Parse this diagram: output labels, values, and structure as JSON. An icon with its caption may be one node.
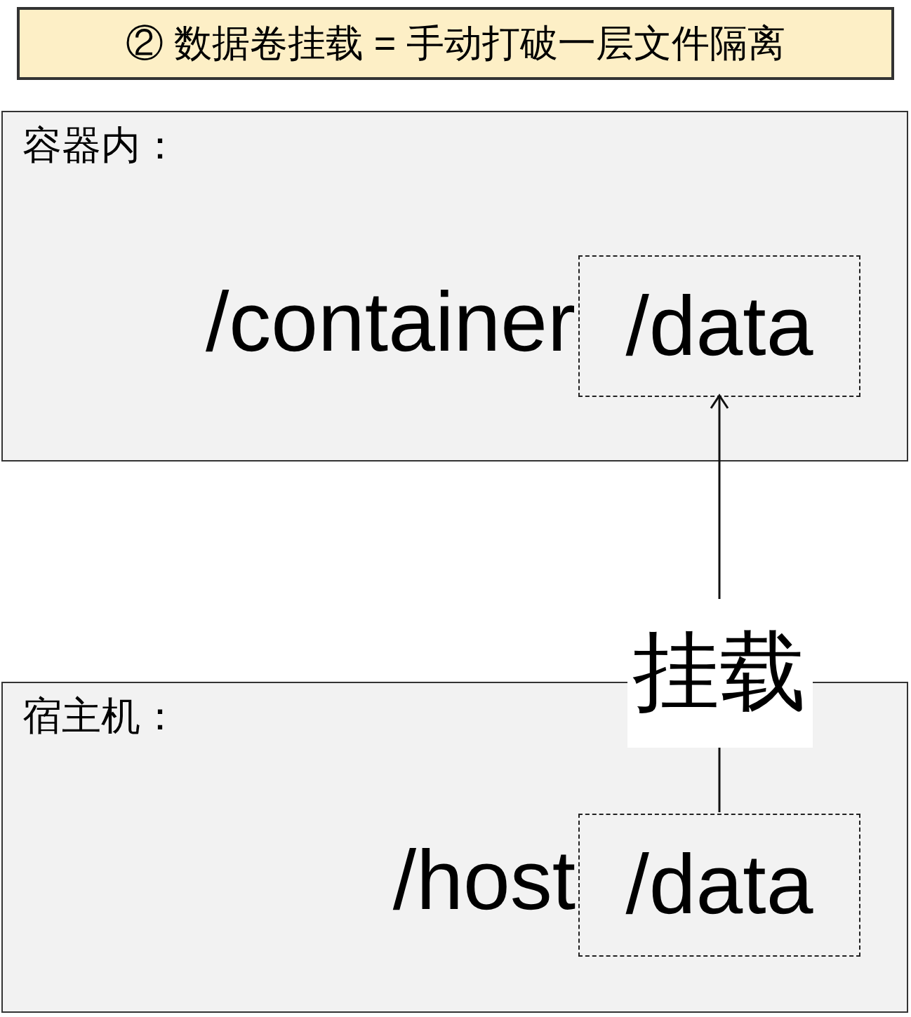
{
  "diagram": {
    "title": "② 数据卷挂载 = 手动打破一层文件隔离",
    "nodes": [
      {
        "text": [
          "容器内：",
          "/container"
        ]
      },
      {
        "text": [
          "/data"
        ],
        "in": 0
      },
      {
        "text": [
          "宿主机：",
          "/host"
        ]
      },
      {
        "text": [
          "/data"
        ],
        "in": 2
      }
    ],
    "edges": [
      {
        "from": 3,
        "to": 1,
        "arrow": "to",
        "label": "挂载"
      }
    ]
  }
}
